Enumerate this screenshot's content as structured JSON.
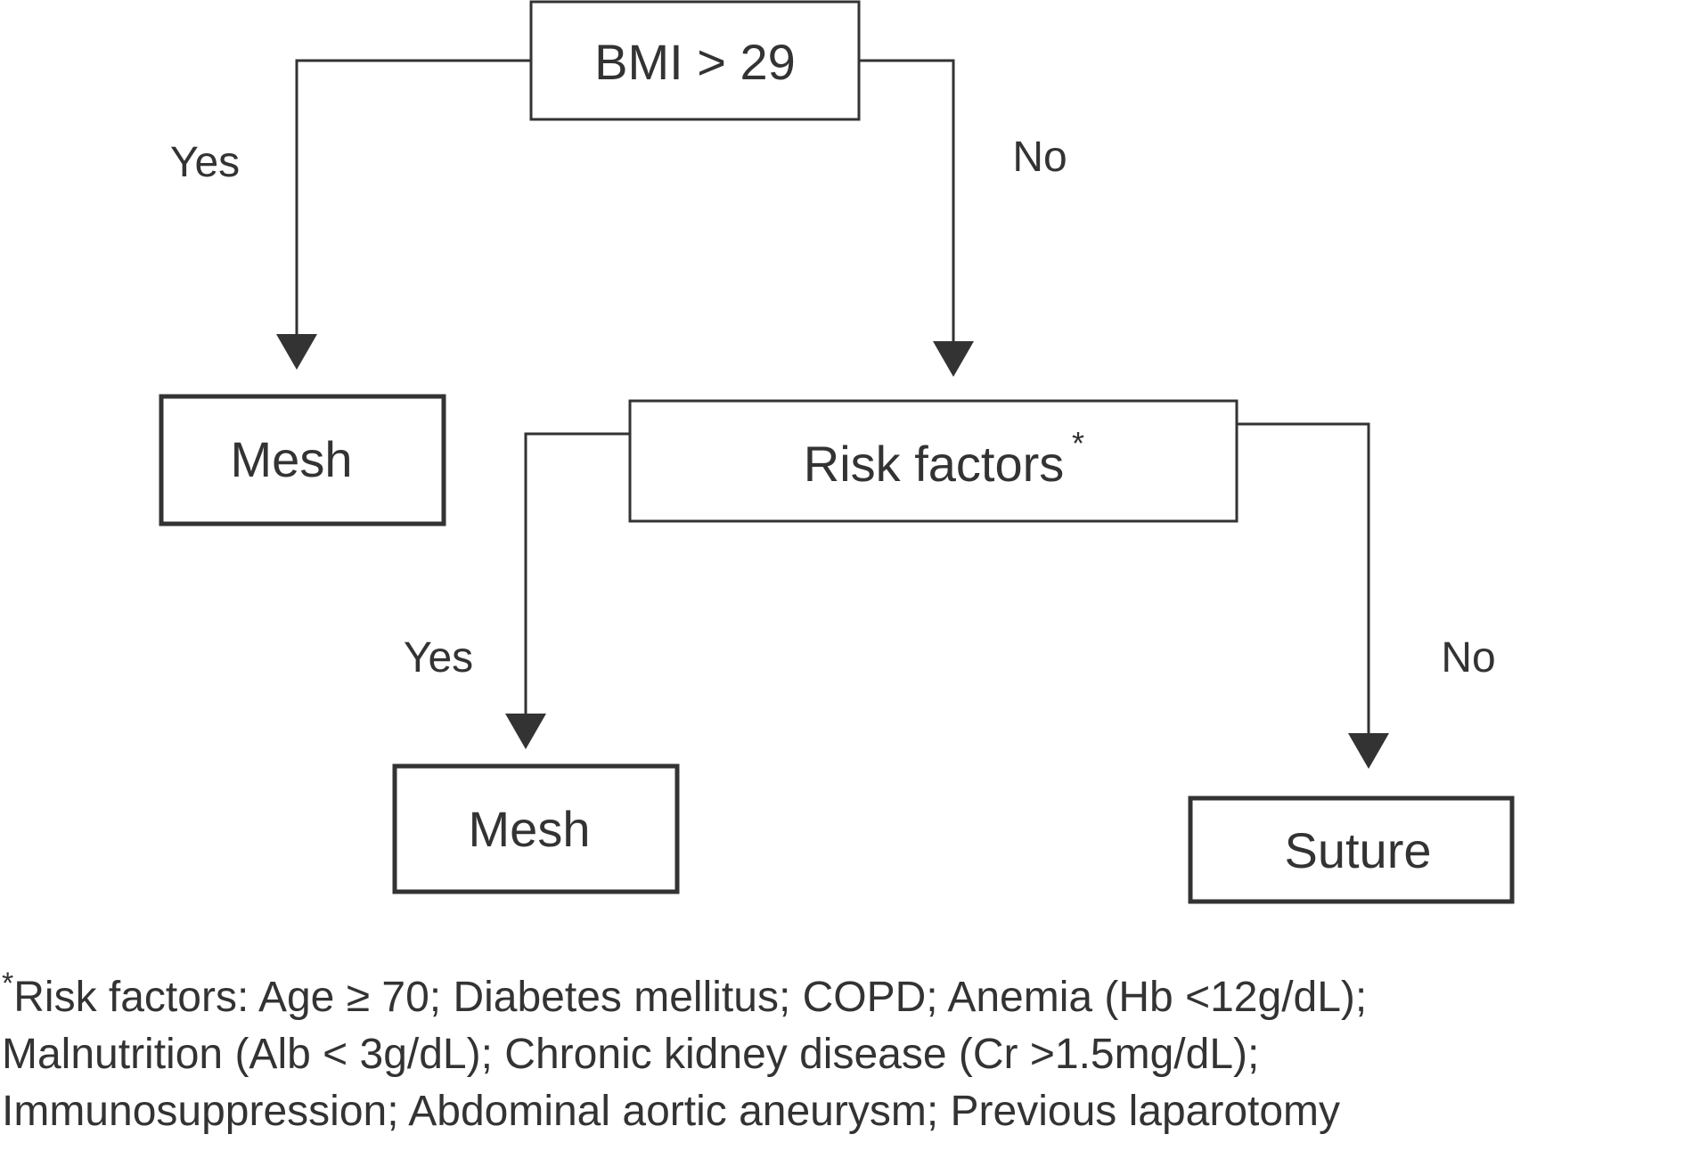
{
  "nodes": {
    "bmi": "BMI > 29",
    "mesh_left": "Mesh",
    "risk": "Risk factors",
    "risk_marker": "*",
    "mesh_bottom": "Mesh",
    "suture": "Suture"
  },
  "edges": {
    "bmi_yes": "Yes",
    "bmi_no": "No",
    "risk_yes": "Yes",
    "risk_no": "No"
  },
  "footnote": {
    "marker": "*",
    "line1": "Risk factors: Age ≥ 70; Diabetes mellitus; COPD; Anemia (Hb <12g/dL);",
    "line2": "Malnutrition (Alb < 3g/dL); Chronic kidney disease (Cr >1.5mg/dL);",
    "line3": "Immunosuppression; Abdominal aortic aneurysm; Previous laparotomy"
  },
  "colors": {
    "stroke": "#333333",
    "background": "#ffffff"
  }
}
